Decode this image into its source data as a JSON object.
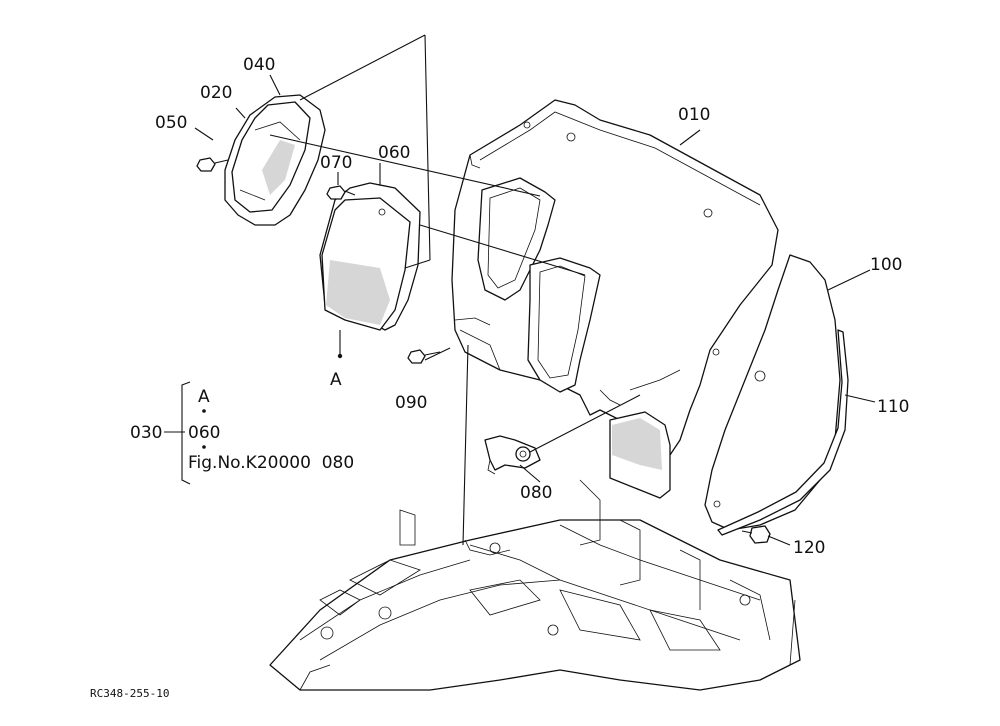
{
  "part_labels": {
    "p010": "010",
    "p020": "020",
    "p040": "040",
    "p050": "050",
    "p060": "060",
    "p070": "070",
    "p080": "080",
    "p090": "090",
    "p100": "100",
    "p110": "110",
    "p120": "120",
    "ref_a": "A"
  },
  "group_030": {
    "number": "030",
    "item_a": "A",
    "item_060": "060",
    "item_fig": "Fig.No.K20000  080"
  },
  "drawing_code": "RC348-255-10"
}
